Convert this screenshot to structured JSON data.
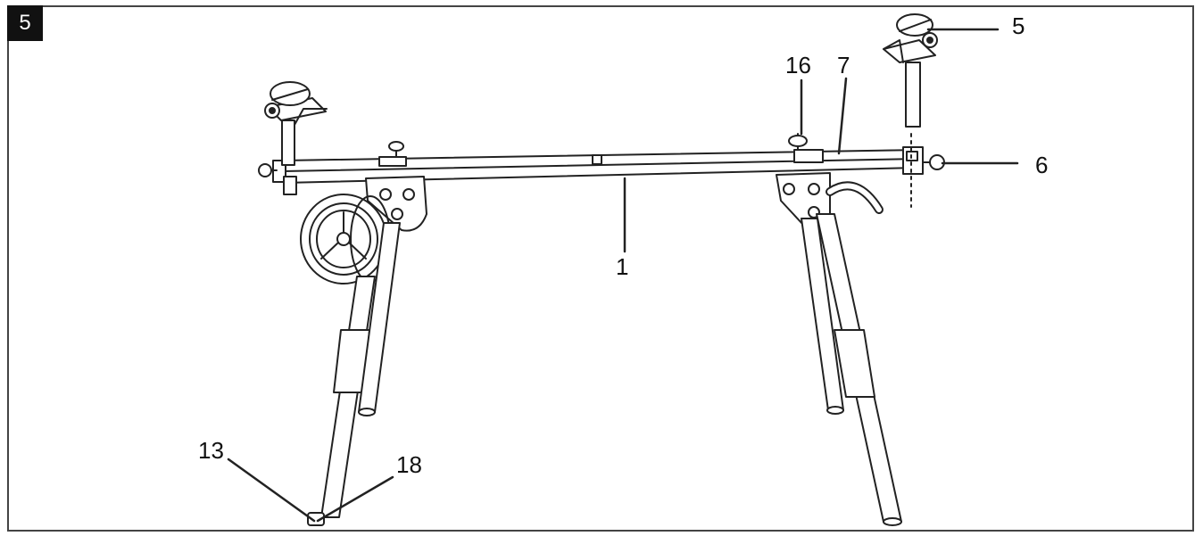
{
  "figure": {
    "number": "5"
  },
  "callouts": [
    {
      "id": "1",
      "label": "1"
    },
    {
      "id": "5",
      "label": "5"
    },
    {
      "id": "6",
      "label": "6"
    },
    {
      "id": "7",
      "label": "7"
    },
    {
      "id": "13",
      "label": "13"
    },
    {
      "id": "16",
      "label": "16"
    },
    {
      "id": "18",
      "label": "18"
    }
  ],
  "colors": {
    "line": "#222222",
    "background": "#ffffff"
  }
}
